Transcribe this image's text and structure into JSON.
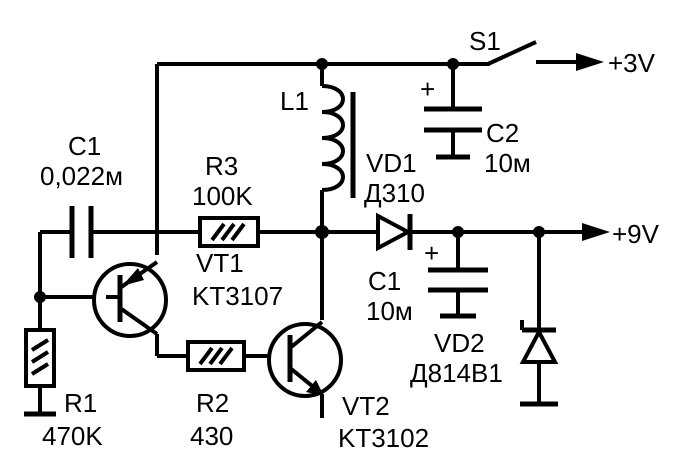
{
  "rails": {
    "v3": "+3V",
    "v9": "+9V"
  },
  "components": {
    "s1": "S1",
    "l1": "L1",
    "c2": {
      "name": "C2",
      "value": "10м"
    },
    "c1_top": {
      "name": "C1",
      "value": "0,022м"
    },
    "r3": {
      "name": "R3",
      "value": "100K"
    },
    "vd1": {
      "name": "VD1",
      "value": "Д310"
    },
    "vt1": {
      "name": "VT1",
      "value": "KT3107"
    },
    "c1_bottom": {
      "name": "C1",
      "value": "10м"
    },
    "vd2": {
      "name": "VD2",
      "value": "Д814В1"
    },
    "r1": {
      "name": "R1",
      "value": "470K"
    },
    "r2": {
      "name": "R2",
      "value": "430"
    },
    "vt2": {
      "name": "VT2",
      "value": "KT3102"
    }
  },
  "polarity": {
    "c2": "+",
    "c1": "+"
  }
}
